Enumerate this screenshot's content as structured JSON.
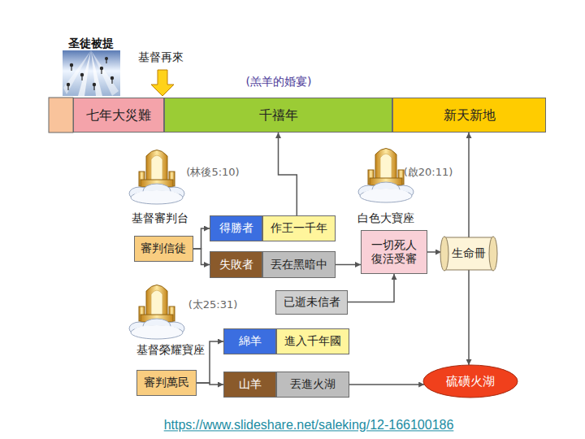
{
  "diagram": {
    "nodes": [
      {
        "text": [
          "七年大災難"
        ]
      },
      {
        "text": [
          "千禧年"
        ]
      },
      {
        "text": [
          "新天新地"
        ]
      },
      {
        "text": [
          "審判信徒"
        ]
      },
      {
        "text": [
          "得勝者"
        ]
      },
      {
        "text": [
          "作王一千年"
        ]
      },
      {
        "text": [
          "失敗者"
        ]
      },
      {
        "text": [
          "丟在黑暗中"
        ]
      },
      {
        "text": [
          "一切死人 復活受審"
        ]
      },
      {
        "text": [
          "生命冊"
        ]
      },
      {
        "text": [
          "已逝未信者"
        ]
      },
      {
        "text": [
          "審判萬民"
        ]
      },
      {
        "text": [
          "綿羊"
        ]
      },
      {
        "text": [
          "進入千年國"
        ]
      },
      {
        "text": [
          "山羊"
        ]
      },
      {
        "text": [
          "丟進火湖"
        ]
      },
      {
        "text": [
          "硫磺火湖"
        ]
      }
    ],
    "edges": [
      {
        "from": 3,
        "to": 4,
        "arrow": "to"
      },
      {
        "from": 3,
        "to": 6,
        "arrow": "to"
      },
      {
        "from": 5,
        "to": 1,
        "arrow": "to"
      },
      {
        "from": 7,
        "to": 8,
        "arrow": "to"
      },
      {
        "from": 10,
        "to": 8,
        "arrow": "to"
      },
      {
        "from": 8,
        "to": 9,
        "arrow": "to"
      },
      {
        "from": 9,
        "to": 2,
        "arrow": "to"
      },
      {
        "from": 9,
        "to": 16,
        "arrow": "to"
      },
      {
        "from": 11,
        "to": 12,
        "arrow": "to"
      },
      {
        "from": 11,
        "to": 14,
        "arrow": "to"
      },
      {
        "from": 15,
        "to": 16,
        "arrow": "to"
      }
    ],
    "labels": [
      "圣徒被提",
      "基督再來",
      "(羔羊的婚宴)",
      "(林後5:10)",
      "基督審判台",
      "(啟20:11)",
      "白色大寶座",
      "(太25:31)",
      "基督榮耀寶座",
      "https://www.slideshare.net/saleking/12-166100186"
    ]
  }
}
